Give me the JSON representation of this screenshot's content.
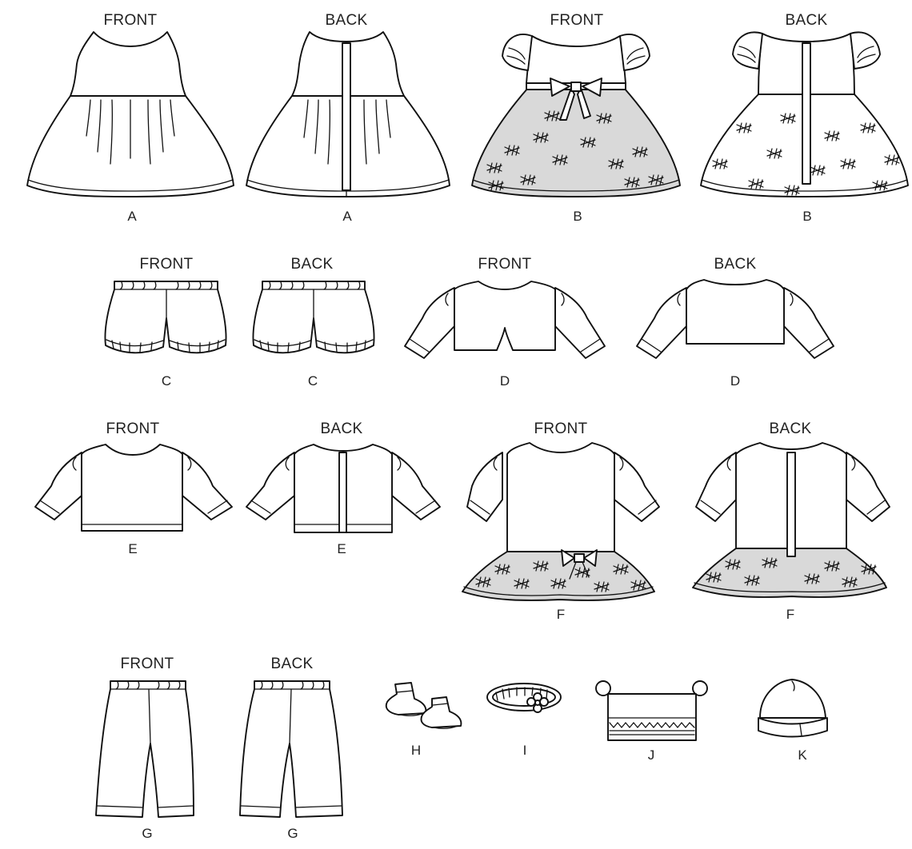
{
  "views": [
    {
      "key": "a_front",
      "label": "FRONT",
      "letter": "A"
    },
    {
      "key": "a_back",
      "label": "BACK",
      "letter": "A"
    },
    {
      "key": "b_front",
      "label": "FRONT",
      "letter": "B"
    },
    {
      "key": "b_back",
      "label": "BACK",
      "letter": "B"
    },
    {
      "key": "c_front",
      "label": "FRONT",
      "letter": "C"
    },
    {
      "key": "c_back",
      "label": "BACK",
      "letter": "C"
    },
    {
      "key": "d_front",
      "label": "FRONT",
      "letter": "D"
    },
    {
      "key": "d_back",
      "label": "BACK",
      "letter": "D"
    },
    {
      "key": "e_front",
      "label": "FRONT",
      "letter": "E"
    },
    {
      "key": "e_back",
      "label": "BACK",
      "letter": "E"
    },
    {
      "key": "f_front",
      "label": "FRONT",
      "letter": "F"
    },
    {
      "key": "f_back",
      "label": "BACK",
      "letter": "F"
    },
    {
      "key": "g_front",
      "label": "FRONT",
      "letter": "G"
    },
    {
      "key": "g_back",
      "label": "BACK",
      "letter": "G"
    }
  ],
  "accessories": [
    {
      "key": "h",
      "letter": "H"
    },
    {
      "key": "i",
      "letter": "I"
    },
    {
      "key": "j",
      "letter": "J"
    },
    {
      "key": "k",
      "letter": "K"
    }
  ],
  "colors": {
    "line": "#111111",
    "tulle": "#d9d9d9",
    "paper": "#ffffff"
  }
}
